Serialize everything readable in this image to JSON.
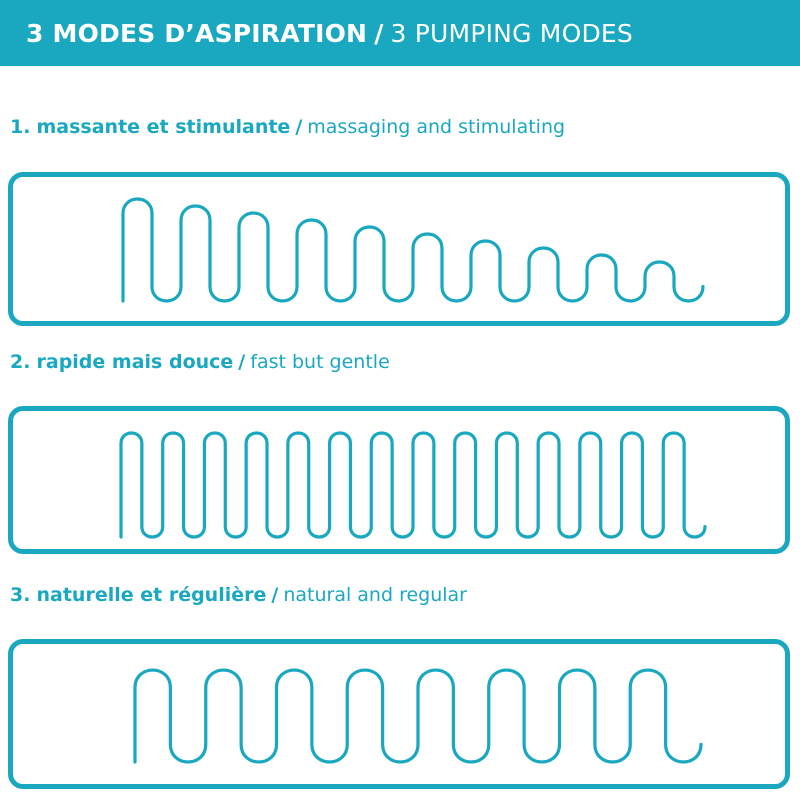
{
  "header": {
    "title_fr": "3 MODES D’ASPIRATION",
    "separator": "/",
    "title_en": "3 PUMPING MODES"
  },
  "modes": [
    {
      "number": "1.",
      "label_fr": "massante et stimulante",
      "separator": "/",
      "label_en": "massaging and stimulating",
      "wave_cycles": 10,
      "amplitude_trend": "decreasing"
    },
    {
      "number": "2.",
      "label_fr": "rapide mais douce",
      "separator": "/",
      "label_en": "fast but gentle",
      "wave_cycles": 14,
      "amplitude_trend": "constant"
    },
    {
      "number": "3.",
      "label_fr": "naturelle et régulière",
      "separator": "/",
      "label_en": "natural and regular",
      "wave_cycles": 8,
      "amplitude_trend": "constant"
    }
  ],
  "colors": {
    "accent": "#1aa8c0",
    "background": "#ffffff",
    "banner_text": "#ffffff"
  }
}
